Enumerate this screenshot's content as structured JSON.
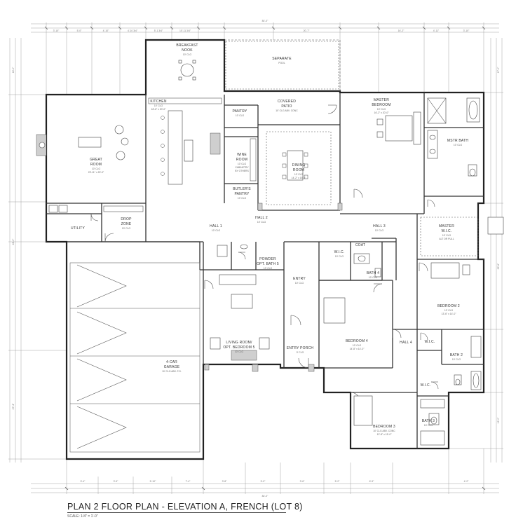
{
  "rooms": {
    "breakfast_nook": {
      "name_1": "BREAKFAST",
      "name_2": "NOOK",
      "sub": "10' CLG"
    },
    "great_room": {
      "name_1": "GREAT",
      "name_2": "ROOM",
      "sub_1": "10' CLG",
      "sub_2": "23'-11\" x 20'-0\""
    },
    "kitchen": {
      "name": "KITCHEN",
      "sub_1": "10' CLG",
      "sub_2": "18'-6\" x 20'-0\""
    },
    "pantry": {
      "name": "PANTRY",
      "sub": "10' CLG"
    },
    "wine_room": {
      "name_1": "WINE",
      "name_2": "ROOM",
      "sub_1": "10' CLG",
      "sub_2": "CABINETRY",
      "sub_3": "BY OTHERS"
    },
    "butlers_pantry": {
      "name_1": "BUTLER'S",
      "name_2": "PANTRY",
      "sub": "10' CLG"
    },
    "covered_patio": {
      "name_1": "COVERED",
      "name_2": "PATIO",
      "sub": "10' CLG ABV. CONC"
    },
    "dining_room": {
      "name_1": "DINING",
      "name_2": "ROOM",
      "sub_1": "10' CLG",
      "sub_2": "14'-2\" x 15'-5\""
    },
    "master_bedroom": {
      "name_1": "MASTER",
      "name_2": "BEDROOM",
      "sub_1": "10' CLG",
      "sub_2": "16'-2\" x 20'-0\""
    },
    "mstr_bath": {
      "name": "MSTR BATH",
      "sub": "10' CLG"
    },
    "utility": {
      "name": "UTILITY"
    },
    "drop_zone": {
      "name_1": "DROP",
      "name_2": "ZONE",
      "sub": "10' CLG"
    },
    "hall_1": {
      "name": "HALL 1",
      "sub": "10' CLG"
    },
    "hall_2": {
      "name": "HALL 2",
      "sub": "10' CLG"
    },
    "hall_3": {
      "name": "HALL 3",
      "sub": "10' CLG"
    },
    "hall_4": {
      "name": "HALL 4"
    },
    "master_wic": {
      "name_1": "MASTER",
      "name_2": "W.I.C.",
      "sub_1": "10' CLG",
      "sub_2": "ALT OR PULL"
    },
    "coat": {
      "name": "COAT"
    },
    "wic_1": {
      "name": "W.I.C.",
      "sub": "10' CLG"
    },
    "wic_2": {
      "name": "W.I.C."
    },
    "wic_3": {
      "name": "W.I.C."
    },
    "bath_4": {
      "name": "BATH 4",
      "sub": "10' CLG"
    },
    "powder": {
      "name_1": "POWDER",
      "name_2": "OPT. BATH 5",
      "sub": "10' CLG"
    },
    "entry": {
      "name": "ENTRY",
      "sub": "10' CLG"
    },
    "living_room": {
      "name_1": "LIVING ROOM/",
      "name_2": "OPT. BEDROOM 5",
      "sub": "10' CLG"
    },
    "entry_porch": {
      "name": "ENTRY PORCH",
      "sub": "9' CLG"
    },
    "bedroom_4": {
      "name": "BEDROOM 4",
      "sub_1": "10' CLG",
      "sub_2": "14'-8\" x 14'-0\""
    },
    "bedroom_2": {
      "name": "BEDROOM 2",
      "sub_1": "10' CLG",
      "sub_2": "13'-6\" x 14'-0\""
    },
    "bath_2": {
      "name": "BATH 2",
      "sub": "10' CLG"
    },
    "bath_3": {
      "name": "BATH 3",
      "sub": "10' CLG"
    },
    "bedroom_3": {
      "name": "BEDROOM 3",
      "sub_1": "10' CLG ABV. CONC",
      "sub_2": "12'-8\" x 15'-0\""
    },
    "garage": {
      "name_1": "4-CAR",
      "name_2": "GARAGE",
      "sub": "10' CLG ABV. F.G."
    },
    "separate": {
      "name_1": "SEPARATE",
      "name_2": "POOL"
    }
  },
  "dimensions": {
    "overall_top": "84'-0\"",
    "top_row": [
      "3'-10\"",
      "5'-0\"",
      "4'-10\"",
      "4'-10 3/4\"",
      "5'-1 3/4\"",
      "10'-11 3/4\"",
      "20'-7\"",
      "16'-2\"",
      "4'-11\"",
      "3'-10\""
    ],
    "overall_bottom": "84'-0\"",
    "bottom_row": [
      "5'-4\"",
      "3'-9\"",
      "5'-10\"",
      "7'-4\"",
      "3'-8\"",
      "5'-0\"",
      "3'-6\"",
      "5'-2\"",
      "6'-9\"",
      "4'-2\""
    ],
    "left_col": [
      "18'-0\"",
      "28'-0\"",
      "27'-4\""
    ],
    "right_col": [
      "17'-0\"",
      "22'-6\"",
      "12'-0\""
    ]
  },
  "title": {
    "text": "PLAN 2 FLOOR PLAN - ELEVATION A, FRENCH (LOT 8)",
    "scale": "SCALE: 1/4\" = 1'-0\""
  }
}
